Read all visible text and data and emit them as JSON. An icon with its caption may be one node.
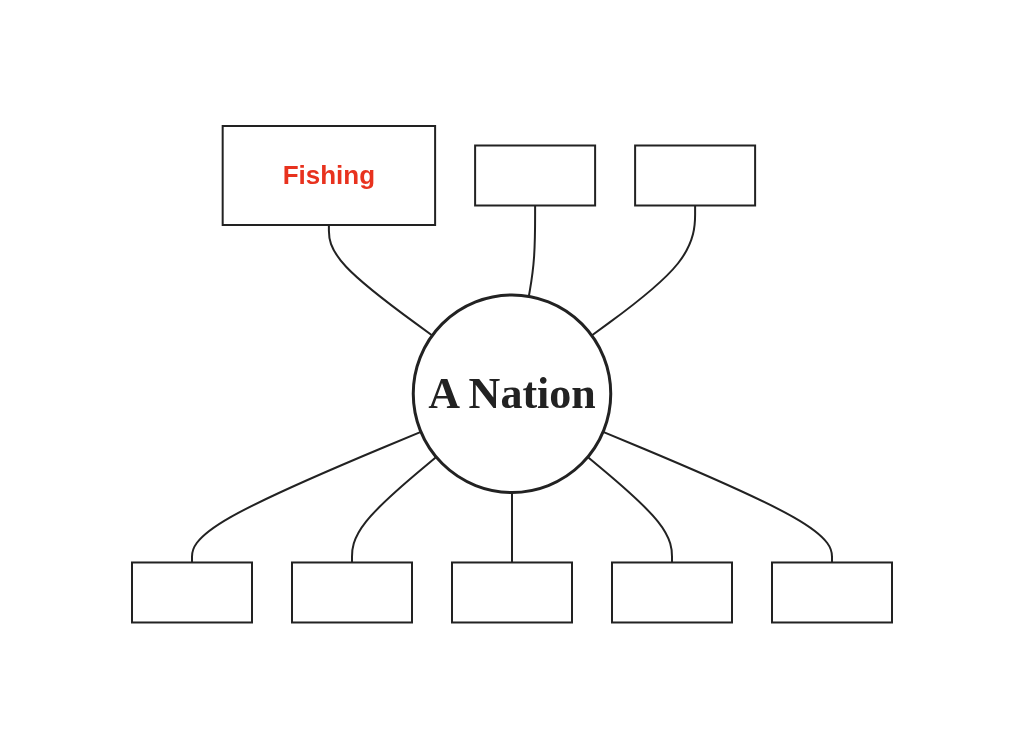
{
  "diagram": {
    "nodes": [
      {
        "text": [
          "Fishing"
        ]
      },
      {
        "text": [],
        "shape": "box"
      },
      {
        "text": [],
        "shape": "box"
      },
      {
        "text": [
          "A Nation"
        ]
      },
      {
        "text": [],
        "shape": "box"
      },
      {
        "text": [],
        "shape": "box"
      },
      {
        "text": [],
        "shape": "box"
      },
      {
        "text": [],
        "shape": "box"
      },
      {
        "text": [],
        "shape": "box"
      }
    ],
    "edges": [
      {
        "from": 0,
        "to": 3,
        "arrow": "none"
      },
      {
        "from": 1,
        "to": 3,
        "arrow": "none"
      },
      {
        "from": 2,
        "to": 3,
        "arrow": "none"
      },
      {
        "from": 3,
        "to": 4,
        "arrow": "none"
      },
      {
        "from": 3,
        "to": 5,
        "arrow": "none"
      },
      {
        "from": 3,
        "to": 6,
        "arrow": "none"
      },
      {
        "from": 3,
        "to": 7,
        "arrow": "none"
      },
      {
        "from": 3,
        "to": 8,
        "arrow": "none"
      }
    ]
  }
}
